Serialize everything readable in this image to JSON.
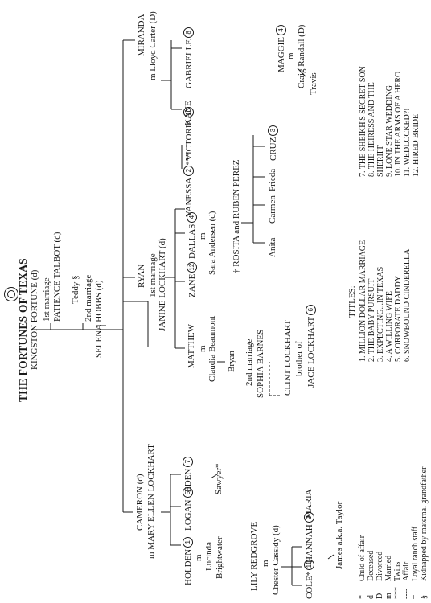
{
  "header": {
    "title": "THE FORTUNES OF TEXAS"
  },
  "tree": {
    "root": "KINGSTON FORTUNE (d)",
    "marriage1": "1st marriage",
    "patience": "PATIENCE TALBOT (d)",
    "teddy": "Teddy §",
    "marriage2": "2nd marriage",
    "selena": "SELENA HOBBS (d)",
    "miranda": "MIRANDA",
    "miranda_spouse": "m Lloyd Carter (D)",
    "kane": "KANE",
    "gabrielle": "GABRIELLE",
    "gabrielle_num": "8",
    "victoria": "VICTORIA",
    "victoria_num": "10",
    "vanessa": "VANESSA",
    "vanessa_num": "2",
    "twins_mark": "***",
    "maggie": "MAGGIE",
    "maggie_num": "4",
    "maggie_spouse_m": "m",
    "maggie_spouse": "Craig Randall (D)",
    "travis": "Travis",
    "ryan": "RYAN",
    "ryan_m1": "1st marriage",
    "janine": "JANINE LOCKHART (d)",
    "matthew": "MATTHEW",
    "matthew_m": "m",
    "matthew_spouse": "Claudia Beaumont",
    "bryan": "Bryan",
    "zane": "ZANE",
    "zane_num": "12",
    "dallas": "DALLAS",
    "dallas_num": "4",
    "dallas_m": "m",
    "dallas_spouse": "Sara Andersen (d)",
    "ryan_m2": "2nd marriage",
    "sophia": "SOPHIA BARNES",
    "clint": "CLINT LOCKHART",
    "brother_of": "brother of",
    "jace": "JACE LOCKHART",
    "jace_num": "6",
    "rosita": "† ROSITA and RUBEN PEREZ",
    "anita": "Anita",
    "carmen": "Carmen",
    "frieda": "Frieda",
    "cruz": "CRUZ",
    "cruz_num": "3",
    "cameron": "CAMERON (d)",
    "cameron_spouse": "m MARY ELLEN LOCKHART",
    "holden": "HOLDEN",
    "holden_num": "1",
    "holden_m": "m",
    "holden_spouse1": "Lucinda",
    "holden_spouse2": "Brightwater",
    "logan": "LOGAN",
    "logan_num": "5",
    "eden": "EDEN",
    "eden_num": "7",
    "sawyer": "Sawyer*",
    "lily": "LILY REDGROVE",
    "lily_m": "m",
    "chester": "Chester Cassidy (d)",
    "cole": "COLE*",
    "cole_num": "11",
    "hannah": "HANNAH",
    "hannah_num": "9",
    "maria": "MARIA",
    "james": "James a.k.a. Taylor"
  },
  "legend": [
    {
      "symbol": "*",
      "meaning": "Child of affair"
    },
    {
      "symbol": "d",
      "meaning": "Deceased"
    },
    {
      "symbol": "D",
      "meaning": "Divorced"
    },
    {
      "symbol": "m",
      "meaning": "Married"
    },
    {
      "symbol": "***",
      "meaning": "Twins"
    },
    {
      "symbol": "----",
      "meaning": "Affair"
    },
    {
      "symbol": "†",
      "meaning": "Loyal ranch staff"
    },
    {
      "symbol": "§",
      "meaning": "Kidnapped by maternal grandfather"
    }
  ],
  "titles": {
    "heading": "TITLES:",
    "items": [
      "1.  MILLION DOLLAR MARRIAGE",
      "2.  THE BABY PURSUIT",
      "3.  EXPECTING...IN TEXAS",
      "4.  A WILLING WIFE",
      "5.  CORPORATE DADDY",
      "6.  SNOWBOUND CINDERELLA",
      "7.  THE SHEIKH'S SECRET SON",
      "8.  THE HEIRESS AND THE",
      "      SHERIFF",
      "9.  LONE STAR WEDDING",
      "10. IN THE ARMS OF A HERO",
      "11. WEDLOCKED?!",
      "12. HIRED BRIDE"
    ]
  }
}
